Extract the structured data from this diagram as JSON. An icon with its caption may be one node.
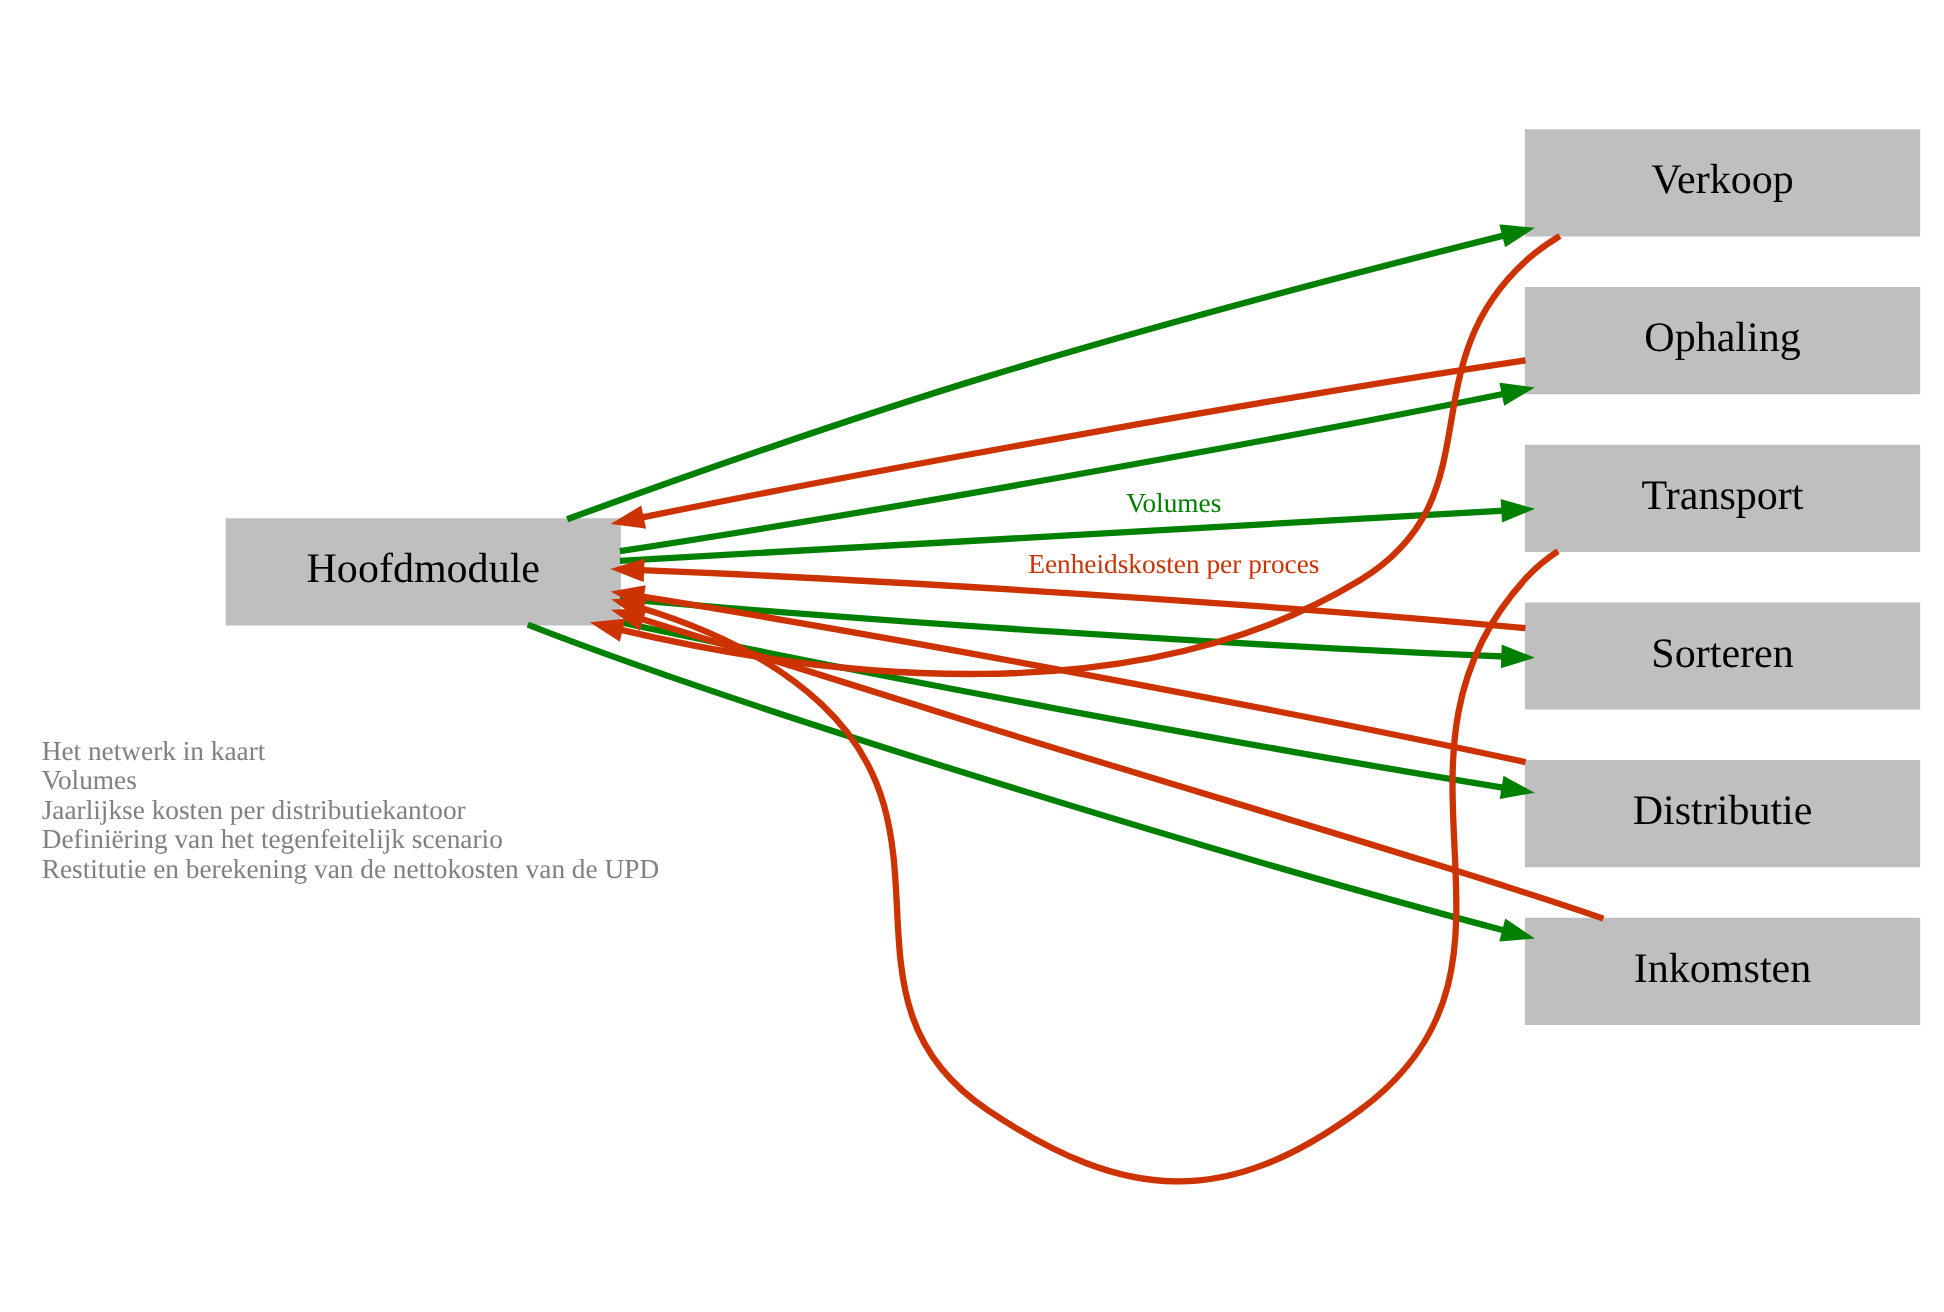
{
  "diagram": {
    "nodes": [
      {
        "text": [
          "Hoofdmodule"
        ],
        "beside": [
          "Het netwerk in kaart",
          "Volumes",
          "Jaarlijkse kosten per distributiekantoor",
          "Definiëring van het tegenfeitelijk scenario",
          "Restitutie en berekening van de nettokosten van de UPD"
        ]
      },
      {
        "text": [
          "Verkoop"
        ]
      },
      {
        "text": [
          "Ophaling"
        ]
      },
      {
        "text": [
          "Transport"
        ]
      },
      {
        "text": [
          "Sorteren"
        ]
      },
      {
        "text": [
          "Distributie"
        ]
      },
      {
        "text": [
          "Inkomsten"
        ]
      }
    ],
    "edges": [
      {
        "from": 0,
        "to": 1,
        "arrow": "to",
        "color": "#008000"
      },
      {
        "from": 0,
        "to": 2,
        "arrow": "to",
        "color": "#008000"
      },
      {
        "from": 0,
        "to": 3,
        "arrow": "to",
        "color": "#008000",
        "label": "Volumes"
      },
      {
        "from": 0,
        "to": 4,
        "arrow": "to",
        "color": "#008000"
      },
      {
        "from": 0,
        "to": 5,
        "arrow": "to",
        "color": "#008000"
      },
      {
        "from": 0,
        "to": 6,
        "arrow": "to",
        "color": "#008000"
      },
      {
        "from": 1,
        "to": 0,
        "arrow": "to",
        "color": "#cc3300",
        "label": "Eenheidskosten per proces"
      },
      {
        "from": 2,
        "to": 0,
        "arrow": "to",
        "color": "#cc3300"
      },
      {
        "from": 3,
        "to": 0,
        "arrow": "to",
        "color": "#cc3300"
      },
      {
        "from": 4,
        "to": 0,
        "arrow": "to",
        "color": "#cc3300"
      },
      {
        "from": 5,
        "to": 0,
        "arrow": "to",
        "color": "#cc3300"
      },
      {
        "from": 6,
        "to": 0,
        "arrow": "to",
        "color": "#cc3300"
      }
    ]
  }
}
